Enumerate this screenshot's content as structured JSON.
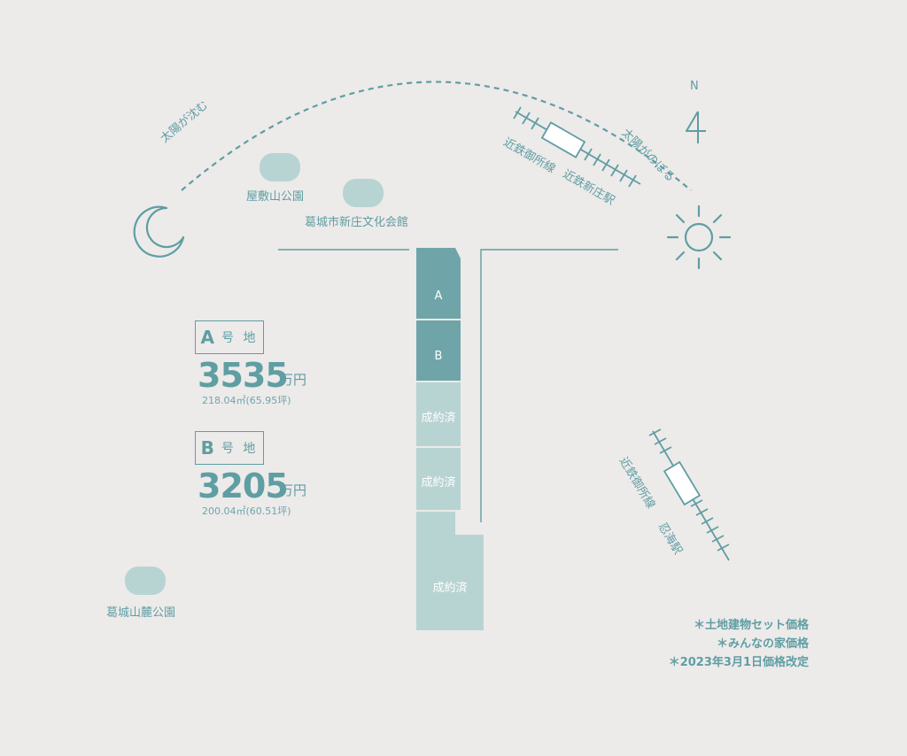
{
  "compass": {
    "label": "N"
  },
  "arc": {
    "left_label": "太陽が沈む",
    "right_label": "太陽がのぼる"
  },
  "stations": {
    "north": {
      "line": "近鉄御所線",
      "name": "近鉄新庄駅"
    },
    "east": {
      "line": "近鉄御所線",
      "name": "忍海駅"
    }
  },
  "landmarks": {
    "yashikiyama_park": "屋敷山公園",
    "culture_hall": "葛城市新庄文化会館",
    "katsuragi_park": "葛城山麓公園"
  },
  "lots": [
    {
      "label": "A",
      "status": "available"
    },
    {
      "label": "B",
      "status": "available"
    },
    {
      "label": "成約済",
      "status": "sold"
    },
    {
      "label": "成約済",
      "status": "sold"
    },
    {
      "label": "成約済",
      "status": "sold"
    }
  ],
  "plots": [
    {
      "letter": "A",
      "suffix": "号 地",
      "price": "3535",
      "unit": "万円",
      "area": "218.04㎡(65.95坪)"
    },
    {
      "letter": "B",
      "suffix": "号 地",
      "price": "3205",
      "unit": "万円",
      "area": "200.04㎡(60.51坪)"
    }
  ],
  "notes": [
    "＊土地建物セット価格",
    "＊みんなの家価格",
    "＊2023年3月1日価格改定"
  ],
  "colors": {
    "background": "#edeaea",
    "accent": "#5f9ea2",
    "lot_available": "#6fa5a8",
    "lot_sold": "#b7d4d2",
    "park": "#b7d4d2"
  },
  "icons": [
    "moon-icon",
    "sun-icon",
    "compass-icon",
    "station-icon"
  ]
}
